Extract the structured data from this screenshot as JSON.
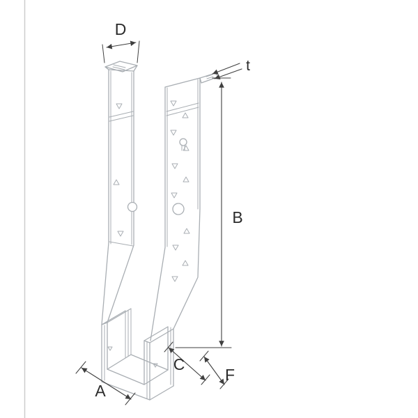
{
  "page": {
    "background_color": "#ffffff",
    "left_border_color": "#cdcdcd"
  },
  "drawing": {
    "stroke_color": "#a9aeb3",
    "dimension_color": "#3f3f3f",
    "label_color": "#2b2b2b",
    "labels": {
      "top_width": "D",
      "material_thickness": "t",
      "height": "B",
      "seat_width": "A",
      "seat_depth": "C",
      "flange_offset": "F"
    }
  }
}
